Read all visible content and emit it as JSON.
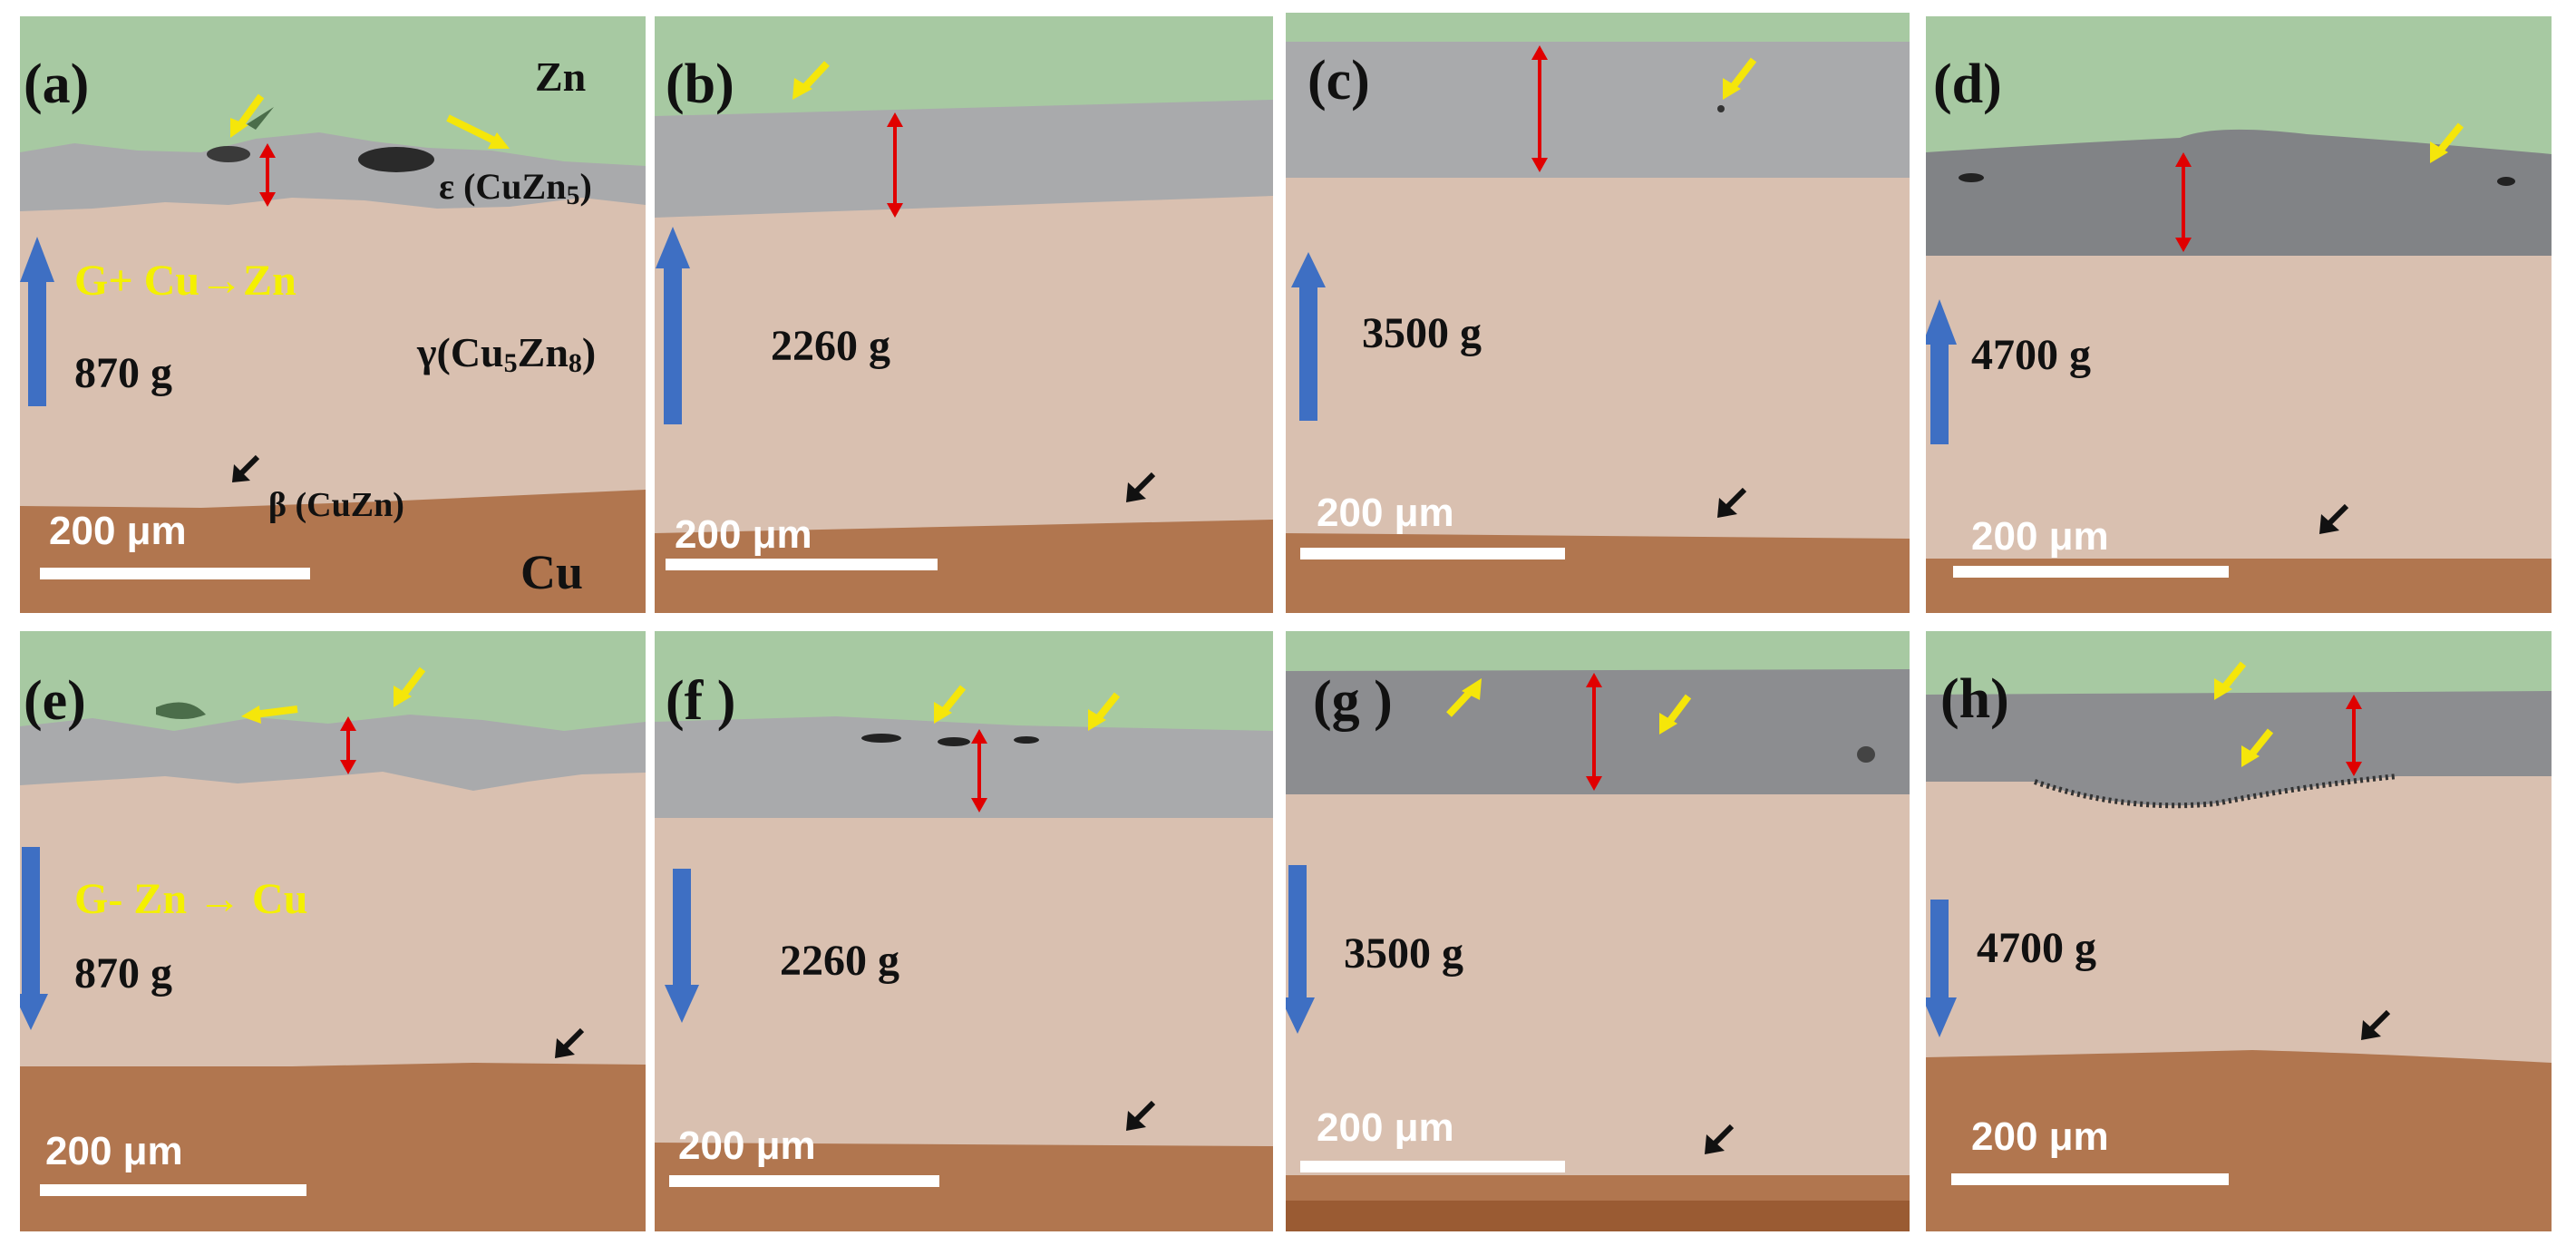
{
  "colors": {
    "zn": "#a7c9a2",
    "epsilon": "#a9aaac",
    "gamma": "#d9c0b0",
    "cu": "#b1764f",
    "yellow_arrow": "#f5e60a",
    "red_arrow": "#e00000",
    "blue_arrow": "#3e6fc3",
    "black_arrow": "#111111"
  },
  "phases": {
    "zn": "Zn",
    "epsilon": "ε (CuZn",
    "epsilon_sub": "5",
    "epsilon_end": ")",
    "gamma_a": "γ(Cu",
    "gamma_sub1": "5",
    "gamma_b": "Zn",
    "gamma_sub2": "8",
    "gamma_c": ")",
    "beta": "β (CuZn)",
    "cu": "Cu"
  },
  "gravity": {
    "positive": "G+   Cu→Zn",
    "negative": "G-   Zn → Cu"
  },
  "scale_bar": "200 μm",
  "panels": [
    {
      "label": "(a)",
      "load": "870 g",
      "direction": "up"
    },
    {
      "label": "(b)",
      "load": "2260 g",
      "direction": "up"
    },
    {
      "label": "(c)",
      "load": "3500 g",
      "direction": "up"
    },
    {
      "label": "(d)",
      "load": "4700 g",
      "direction": "up"
    },
    {
      "label": "(e)",
      "load": "870 g",
      "direction": "down"
    },
    {
      "label": "(f )",
      "load": "2260 g",
      "direction": "down"
    },
    {
      "label": "(g )",
      "load": "3500 g",
      "direction": "down"
    },
    {
      "label": "(h)",
      "load": "4700 g",
      "direction": "down"
    }
  ]
}
